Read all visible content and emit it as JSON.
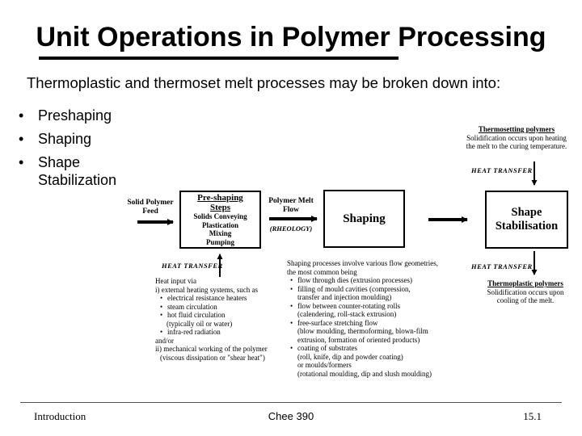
{
  "slide": {
    "title": "Unit Operations in Polymer Processing",
    "subtitle": "Thermoplastic and thermoset melt processes may be broken down into:",
    "bullets": [
      "Preshaping",
      "Shaping",
      "Shape Stabilization"
    ]
  },
  "diagram": {
    "feed_label_1": "Solid Polymer",
    "feed_label_2": "Feed",
    "preshaping": {
      "title_1": "Pre-shaping",
      "title_2": "Steps",
      "items": [
        "Solids Conveying",
        "Plastication",
        "Mixing",
        "Pumping"
      ]
    },
    "melt_flow_1": "Polymer Melt",
    "melt_flow_2": "Flow",
    "rheology": "(RHEOLOGY)",
    "shaping_label": "Shaping",
    "stabilisation_1": "Shape",
    "stabilisation_2": "Stabilisation",
    "heat_transfer": "HEAT TRANSFER",
    "thermosetting": {
      "title": "Thermosetting polymers",
      "line1": "Solidification occurs upon heating",
      "line2": "the melt to the curing temperature."
    },
    "thermoplastic": {
      "title": "Thermoplastic polymers",
      "line1": "Solidification occurs upon",
      "line2": "cooling of the melt."
    },
    "heat_input": {
      "intro": "Heat input via",
      "i": "i) external heating systems, such as",
      "items": [
        "electrical resistance heaters",
        "steam circulation",
        "hot fluid circulation"
      ],
      "fluid_note": "(typically oil or water)",
      "ir": "infra-red radiation",
      "andor": "and/or",
      "ii": "ii) mechanical working of the polymer",
      "ii_note": "(viscous dissipation or \"shear heat\")"
    },
    "shaping_notes": {
      "intro_1": "Shaping processes involve various flow geometries,",
      "intro_2": "the most common being",
      "items": [
        [
          "flow through dies (extrusion processes)"
        ],
        [
          "filling of mould cavities (compression,",
          "transfer and injection moulding)"
        ],
        [
          "flow between counter-rotating rolls",
          "(calendering, roll-stack extrusion)"
        ],
        [
          "free-surface stretching flow",
          "(blow moulding, thermoforming, blown-film",
          "extrusion, formation of oriented products)"
        ],
        [
          "coating of substrates",
          "(roll, knife, dip and powder coating)",
          "or moulds/formers",
          "(rotational moulding, dip and slush moulding)"
        ]
      ]
    }
  },
  "footer": {
    "left": "Introduction",
    "center": "Chee 390",
    "right": "15.1"
  }
}
